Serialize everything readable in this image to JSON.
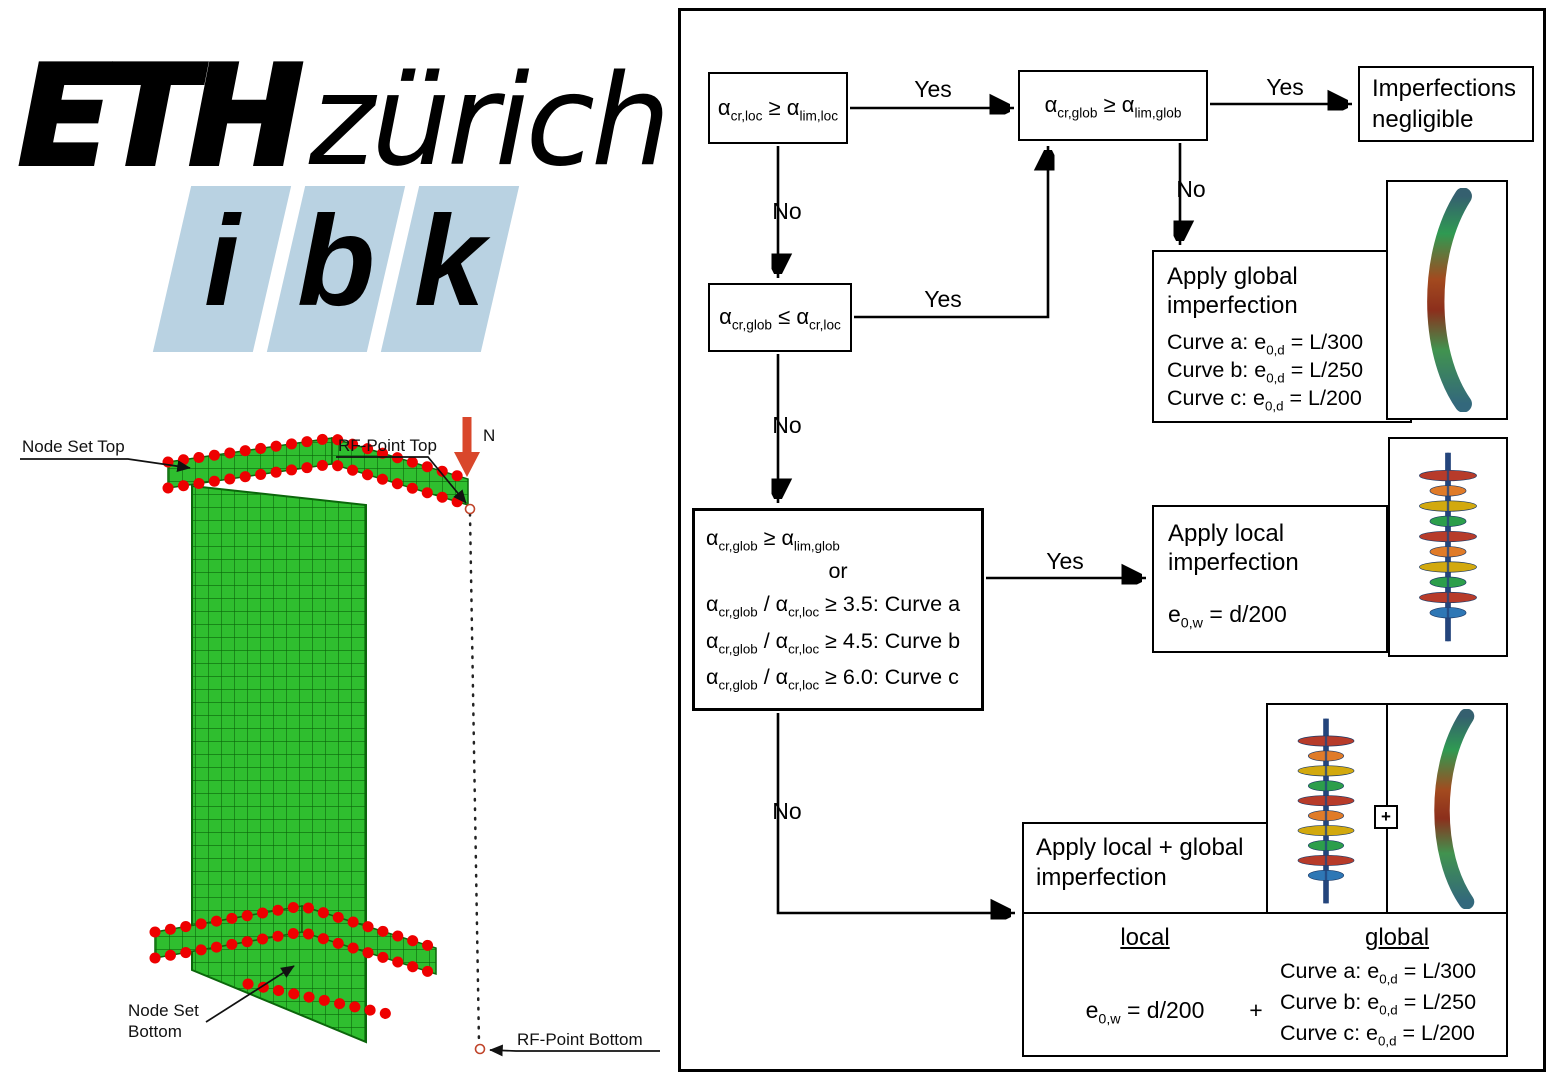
{
  "branding": {
    "eth": "ETH",
    "city": "zürich",
    "ibk_letters": [
      "i",
      "b",
      "k"
    ]
  },
  "model": {
    "node_set_top": "Node Set Top",
    "rf_point_top": "RF-Point Top",
    "load": "N",
    "node_set_bottom_line1": "Node Set",
    "node_set_bottom_line2": "Bottom",
    "rf_point_bottom": "RF-Point Bottom"
  },
  "flow": {
    "yes": "Yes",
    "no": "No",
    "box_local_check": [
      {
        "t": "α"
      },
      {
        "s": "cr,loc"
      },
      {
        "t": " ≥ "
      },
      {
        "t": "α"
      },
      {
        "s": "lim,loc"
      }
    ],
    "box_global_check": [
      {
        "t": "α"
      },
      {
        "s": "cr,glob"
      },
      {
        "t": " ≥ "
      },
      {
        "t": "α"
      },
      {
        "s": "lim,glob"
      }
    ],
    "negligible_line1": "Imperfections",
    "negligible_line2": "negligible",
    "box_glob_le_loc": [
      {
        "t": "α"
      },
      {
        "s": "cr,glob"
      },
      {
        "t": " ≤ "
      },
      {
        "t": "α"
      },
      {
        "s": "cr,loc"
      }
    ],
    "global_box": {
      "title": "Apply global imperfection",
      "curve_a": [
        {
          "t": "Curve a: e"
        },
        {
          "s": "0,d"
        },
        {
          "t": " = L/300"
        }
      ],
      "curve_b": [
        {
          "t": "Curve b: e"
        },
        {
          "s": "0,d"
        },
        {
          "t": " = L/250"
        }
      ],
      "curve_c": [
        {
          "t": "Curve c: e"
        },
        {
          "s": "0,d"
        },
        {
          "t": " = L/200"
        }
      ]
    },
    "ratio_box": {
      "line1": [
        {
          "t": "α"
        },
        {
          "s": "cr,glob"
        },
        {
          "t": " ≥ "
        },
        {
          "t": "α"
        },
        {
          "s": "lim,glob"
        }
      ],
      "or": "or",
      "line_a": [
        {
          "t": "α"
        },
        {
          "s": "cr,glob"
        },
        {
          "t": " / α"
        },
        {
          "s": "cr,loc"
        },
        {
          "t": " ≥ 3.5: Curve a"
        }
      ],
      "line_b": [
        {
          "t": "α"
        },
        {
          "s": "cr,glob"
        },
        {
          "t": " / α"
        },
        {
          "s": "cr,loc"
        },
        {
          "t": " ≥ 4.5: Curve b"
        }
      ],
      "line_c": [
        {
          "t": "α"
        },
        {
          "s": "cr,glob"
        },
        {
          "t": " / α"
        },
        {
          "s": "cr,loc"
        },
        {
          "t": " ≥ 6.0: Curve c"
        }
      ]
    },
    "local_box": {
      "title": "Apply local imperfection",
      "formula": [
        {
          "t": "e"
        },
        {
          "s": "0,w"
        },
        {
          "t": " = d/200"
        }
      ]
    },
    "combined_box": {
      "title": "Apply local + global imperfection",
      "local_header": "local",
      "global_header": "global",
      "local_formula": [
        {
          "t": "e"
        },
        {
          "s": "0,w"
        },
        {
          "t": " = d/200"
        }
      ],
      "plus": "+",
      "combine_plus": "+",
      "curve_a": [
        {
          "t": "Curve a: e"
        },
        {
          "s": "0,d"
        },
        {
          "t": " = L/300"
        }
      ],
      "curve_b": [
        {
          "t": "Curve b: e"
        },
        {
          "s": "0,d"
        },
        {
          "t": " = L/250"
        }
      ],
      "curve_c": [
        {
          "t": "Curve c: e"
        },
        {
          "s": "0,d"
        },
        {
          "t": " = L/200"
        }
      ]
    }
  }
}
